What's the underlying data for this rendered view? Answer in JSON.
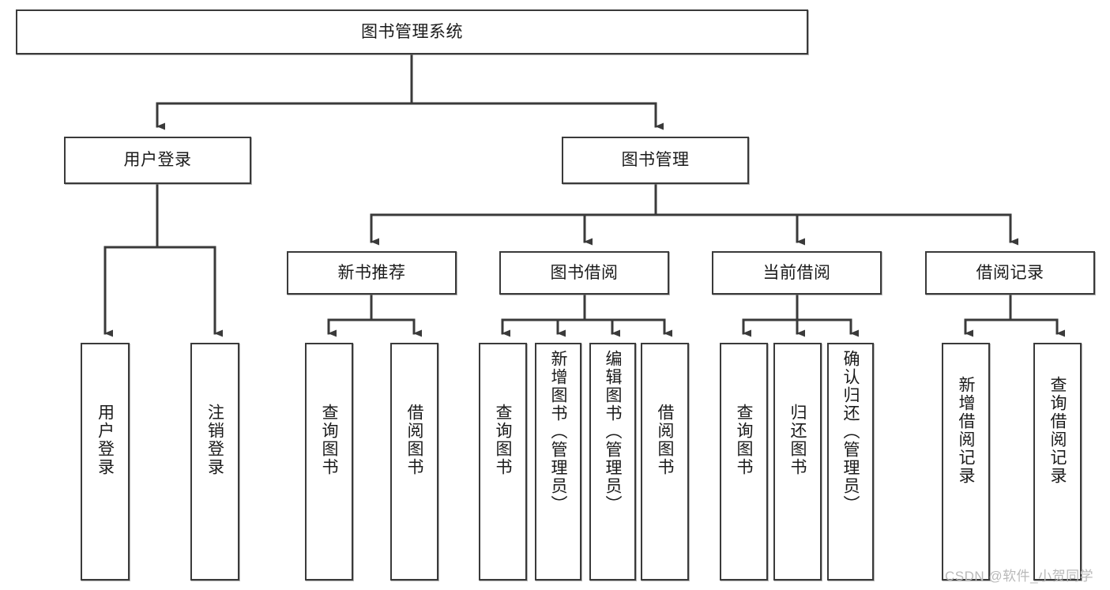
{
  "diagram": {
    "type": "tree",
    "title": "图书管理系统",
    "root": {
      "id": "root",
      "label": "图书管理系统"
    },
    "level2": [
      {
        "id": "user-login",
        "label": "用户登录"
      },
      {
        "id": "book-manage",
        "label": "图书管理"
      }
    ],
    "level3": [
      {
        "id": "new-book-recommend",
        "label": "新书推荐",
        "parent": "book-manage"
      },
      {
        "id": "book-borrow",
        "label": "图书借阅",
        "parent": "book-manage"
      },
      {
        "id": "current-borrow",
        "label": "当前借阅",
        "parent": "book-manage"
      },
      {
        "id": "borrow-record",
        "label": "借阅记录",
        "parent": "book-manage"
      }
    ],
    "leaves": [
      {
        "id": "leaf-user-login",
        "label": "用户登录",
        "parent": "user-login"
      },
      {
        "id": "leaf-logout-login",
        "label": "注销登录",
        "parent": "user-login"
      },
      {
        "id": "leaf-query-book-1",
        "label": "查询图书",
        "parent": "new-book-recommend"
      },
      {
        "id": "leaf-borrow-book-1",
        "label": "借阅图书",
        "parent": "new-book-recommend"
      },
      {
        "id": "leaf-query-book-2",
        "label": "查询图书",
        "parent": "book-borrow"
      },
      {
        "id": "leaf-add-book",
        "label": "新增图书（管理员）",
        "parent": "book-borrow"
      },
      {
        "id": "leaf-edit-book",
        "label": "编辑图书（管理员）",
        "parent": "book-borrow"
      },
      {
        "id": "leaf-borrow-book-2",
        "label": "借阅图书",
        "parent": "book-borrow"
      },
      {
        "id": "leaf-query-book-3",
        "label": "查询图书",
        "parent": "current-borrow"
      },
      {
        "id": "leaf-return-book",
        "label": "归还图书",
        "parent": "current-borrow"
      },
      {
        "id": "leaf-confirm-return",
        "label": "确认归还（管理员）",
        "parent": "current-borrow"
      },
      {
        "id": "leaf-add-record",
        "label": "新增借阅记录",
        "parent": "borrow-record"
      },
      {
        "id": "leaf-query-record",
        "label": "查询借阅记录",
        "parent": "borrow-record"
      }
    ],
    "watermark": "CSDN @软件_小贺同学",
    "colors": {
      "border": "#3a3a3a",
      "text": "#1a1a1a",
      "background": "#ffffff",
      "watermark": "#b9b9b9"
    }
  }
}
